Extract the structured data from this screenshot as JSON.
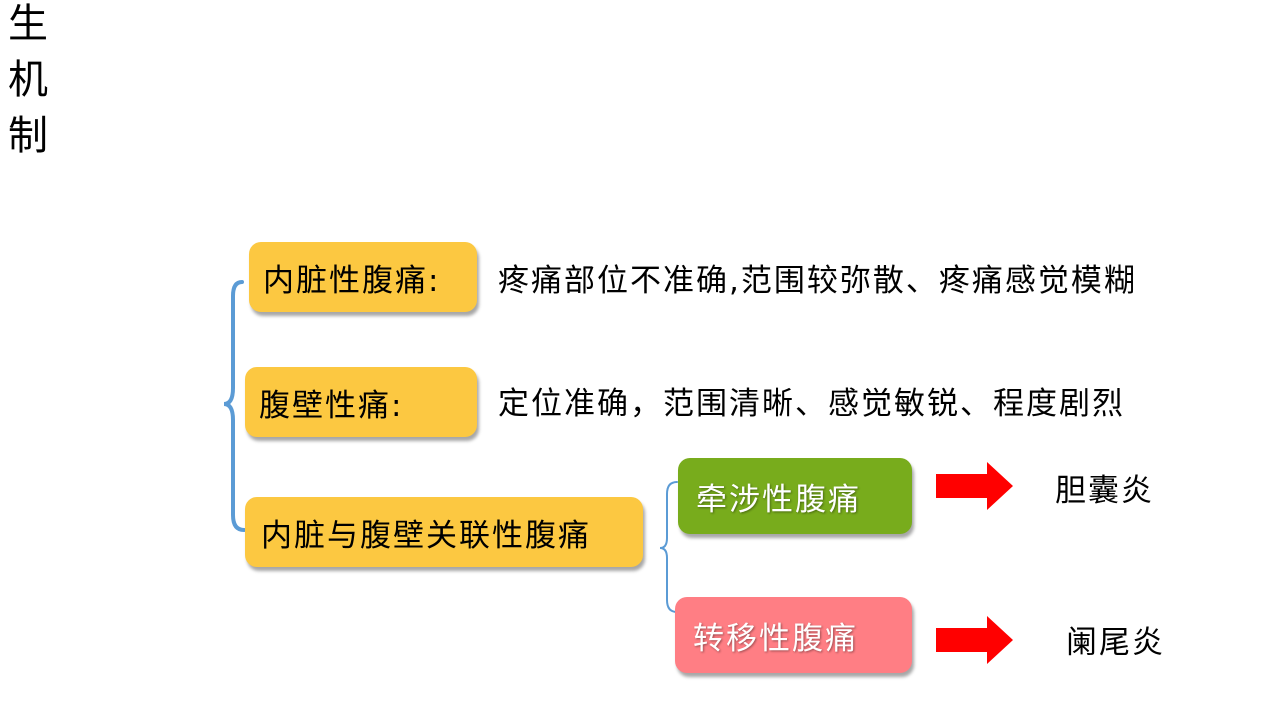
{
  "title_chars": [
    "生",
    "机",
    "制"
  ],
  "items": [
    {
      "label": "内脏性腹痛:",
      "description": "疼痛部位不准确,范围较弥散、疼痛感觉模糊"
    },
    {
      "label": "腹壁性痛:",
      "description": "定位准确，范围清晰、感觉敏锐、程度剧烈"
    },
    {
      "label": "内脏与腹壁关联性腹痛"
    }
  ],
  "sub_items": [
    {
      "label": "牵涉性腹痛",
      "result": "胆囊炎"
    },
    {
      "label": "转移性腹痛",
      "result": "阑尾炎"
    }
  ],
  "colors": {
    "yellow_box": "#fcc841",
    "green_box": "#78ac1c",
    "pink_box": "#ff7e84",
    "brace": "#5b9bd5",
    "arrow": "#ff0000"
  }
}
